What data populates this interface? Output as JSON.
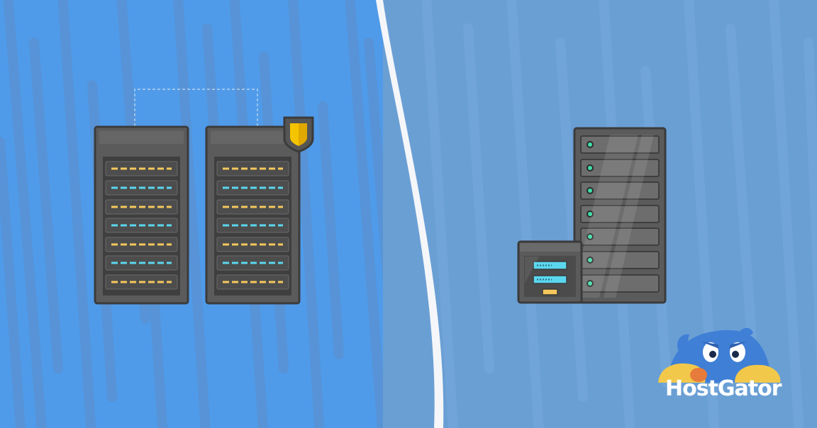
{
  "brand": {
    "name": "HostGator",
    "logo_icon": "gator-mascot-icon"
  },
  "illustration": {
    "left_panel": "shared-server-racks",
    "right_panel": "dedicated-server-tower",
    "badge_icon": "security-shield-icon"
  },
  "colors": {
    "left_bg": "#4f9bea",
    "right_bg": "#6a9fd4",
    "divider": "#f4f6f9",
    "rack_body": "#5b5b5b",
    "rack_outline": "#3b3b3b",
    "led_yellow": "#f5c85c",
    "led_cyan": "#5ad7ef",
    "led_green": "#3fe0a8",
    "shield_gold": "#f5c400",
    "gator_blue": "#3f7fd6",
    "gator_yellow": "#f2c84b"
  }
}
